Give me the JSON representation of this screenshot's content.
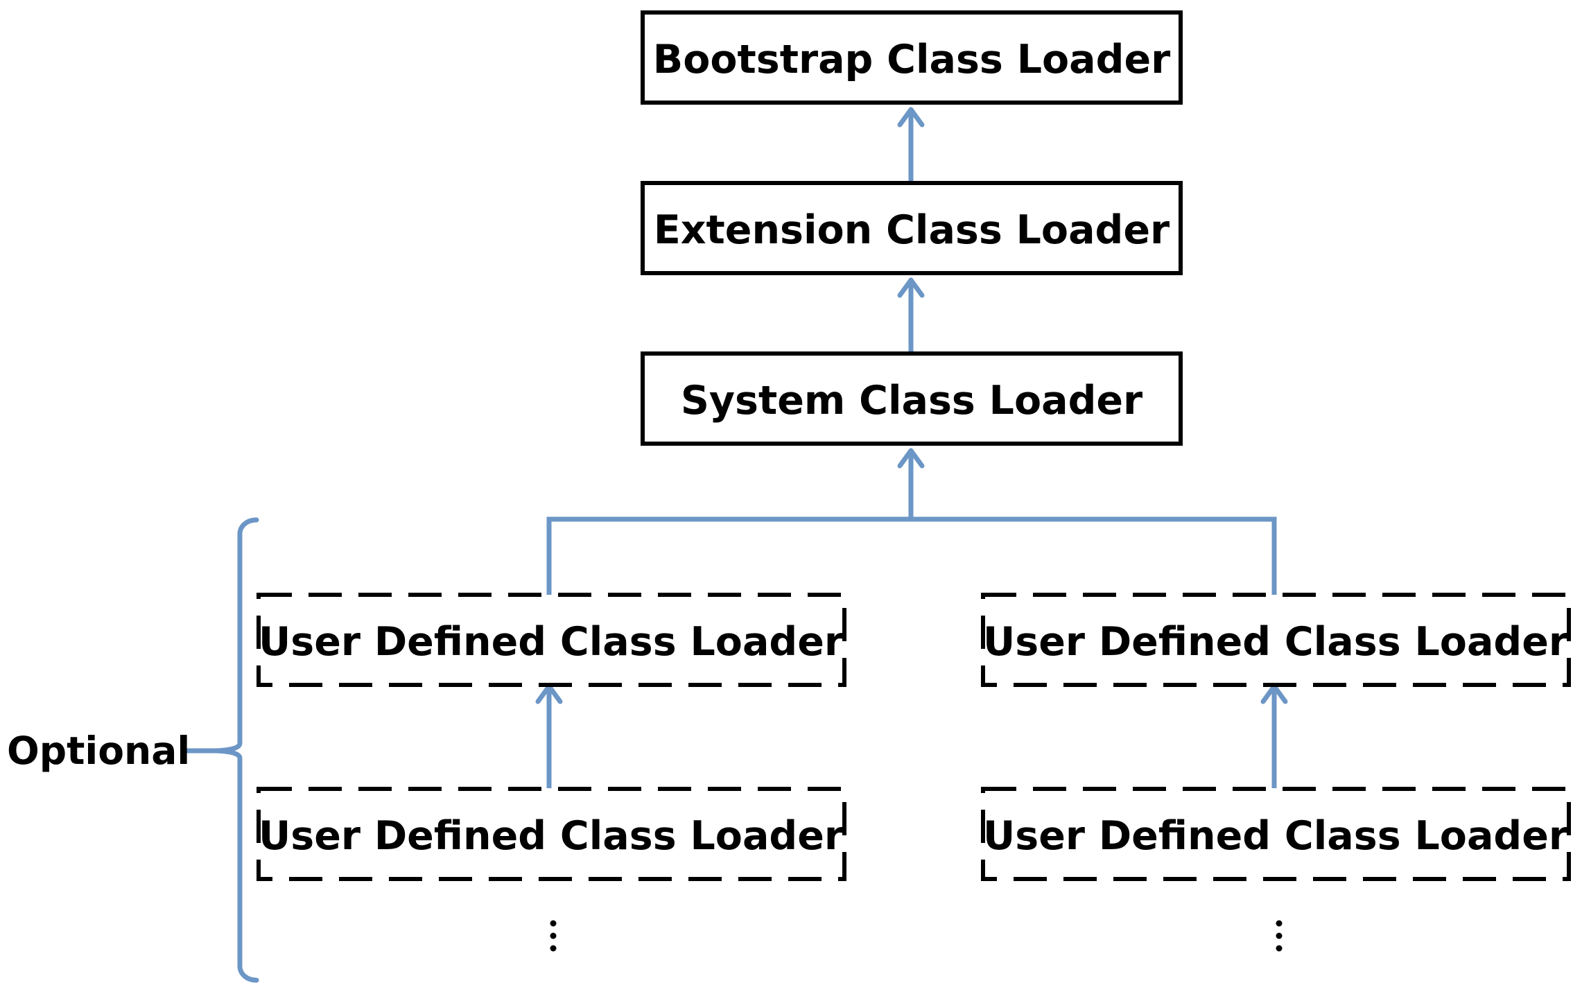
{
  "nodes": {
    "bootstrap": "Bootstrap Class Loader",
    "extension": "Extension Class Loader",
    "system": "System Class Loader",
    "user_left_top": "User Defined Class Loader",
    "user_right_top": "User Defined Class Loader",
    "user_left_bottom": "User Defined Class Loader",
    "user_right_bottom": "User Defined Class Loader"
  },
  "brace_label": "Optional",
  "colors": {
    "connector": "#6b96c6",
    "box_stroke": "#000000",
    "text": "#000000",
    "background": "#ffffff"
  },
  "edges": [
    {
      "from": "extension",
      "to": "bootstrap",
      "style": "arrow"
    },
    {
      "from": "system",
      "to": "extension",
      "style": "arrow"
    },
    {
      "from": "user_left_top",
      "to": "system",
      "style": "arrow"
    },
    {
      "from": "user_right_top",
      "to": "system",
      "style": "arrow"
    },
    {
      "from": "user_left_bottom",
      "to": "user_left_top",
      "style": "arrow"
    },
    {
      "from": "user_right_bottom",
      "to": "user_right_top",
      "style": "arrow"
    }
  ],
  "continuation_marker": "vertical-ellipsis"
}
